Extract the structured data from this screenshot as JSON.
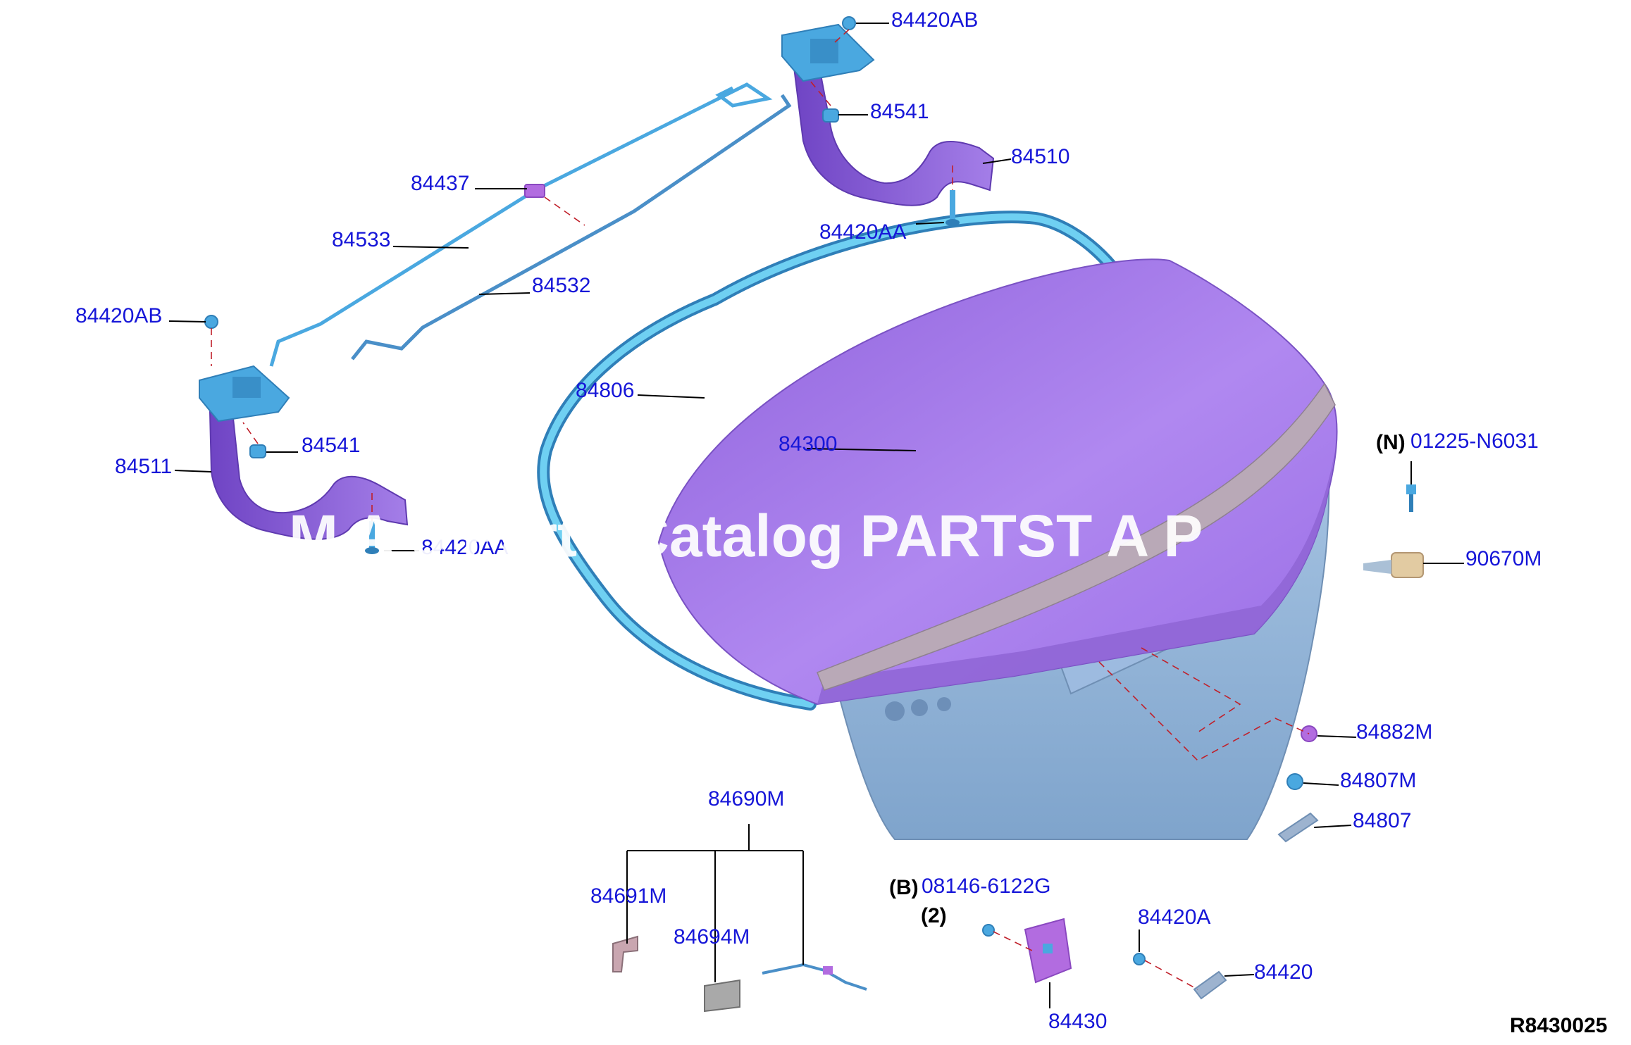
{
  "diagram": {
    "parts": [
      {
        "id": "84420AB_top",
        "label": "84420AB",
        "prefix": ""
      },
      {
        "id": "84541_right",
        "label": "84541",
        "prefix": ""
      },
      {
        "id": "84510",
        "label": "84510",
        "prefix": ""
      },
      {
        "id": "84437",
        "label": "84437",
        "prefix": ""
      },
      {
        "id": "84420AA_top",
        "label": "84420AA",
        "prefix": ""
      },
      {
        "id": "84533",
        "label": "84533",
        "prefix": ""
      },
      {
        "id": "84532",
        "label": "84532",
        "prefix": ""
      },
      {
        "id": "84420AB_left",
        "label": "84420AB",
        "prefix": ""
      },
      {
        "id": "84806",
        "label": "84806",
        "prefix": ""
      },
      {
        "id": "84300",
        "label": "84300",
        "prefix": ""
      },
      {
        "id": "01225-N6031",
        "label": "01225-N6031",
        "prefix": "(N)"
      },
      {
        "id": "84541_left",
        "label": "84541",
        "prefix": ""
      },
      {
        "id": "84511",
        "label": "84511",
        "prefix": ""
      },
      {
        "id": "84420AA_left",
        "label": "84420AA",
        "prefix": ""
      },
      {
        "id": "90670M",
        "label": "90670M",
        "prefix": ""
      },
      {
        "id": "84882M",
        "label": "84882M",
        "prefix": ""
      },
      {
        "id": "84807M",
        "label": "84807M",
        "prefix": ""
      },
      {
        "id": "84690M",
        "label": "84690M",
        "prefix": ""
      },
      {
        "id": "84807",
        "label": "84807",
        "prefix": ""
      },
      {
        "id": "08146-6122G",
        "label": "08146-6122G",
        "prefix": "(B)",
        "qty": "(2)"
      },
      {
        "id": "84691M",
        "label": "84691M",
        "prefix": ""
      },
      {
        "id": "84420A",
        "label": "84420A",
        "prefix": ""
      },
      {
        "id": "84694M",
        "label": "84694M",
        "prefix": ""
      },
      {
        "id": "84420",
        "label": "84420",
        "prefix": ""
      },
      {
        "id": "84430",
        "label": "84430",
        "prefix": ""
      }
    ],
    "reference_code": "R8430025",
    "watermark": "M  A  o Parts Catalog PARTST  A  P"
  },
  "colors": {
    "label": "#1616d8",
    "trunk_lid": "#a67ae8",
    "inner_panel": "#8eb4dc",
    "weatherstrip": "#5cc0e8",
    "hinge": "#8a5bd8",
    "bracket": "#4aa8e0",
    "garnish": "#b9a9b7"
  }
}
